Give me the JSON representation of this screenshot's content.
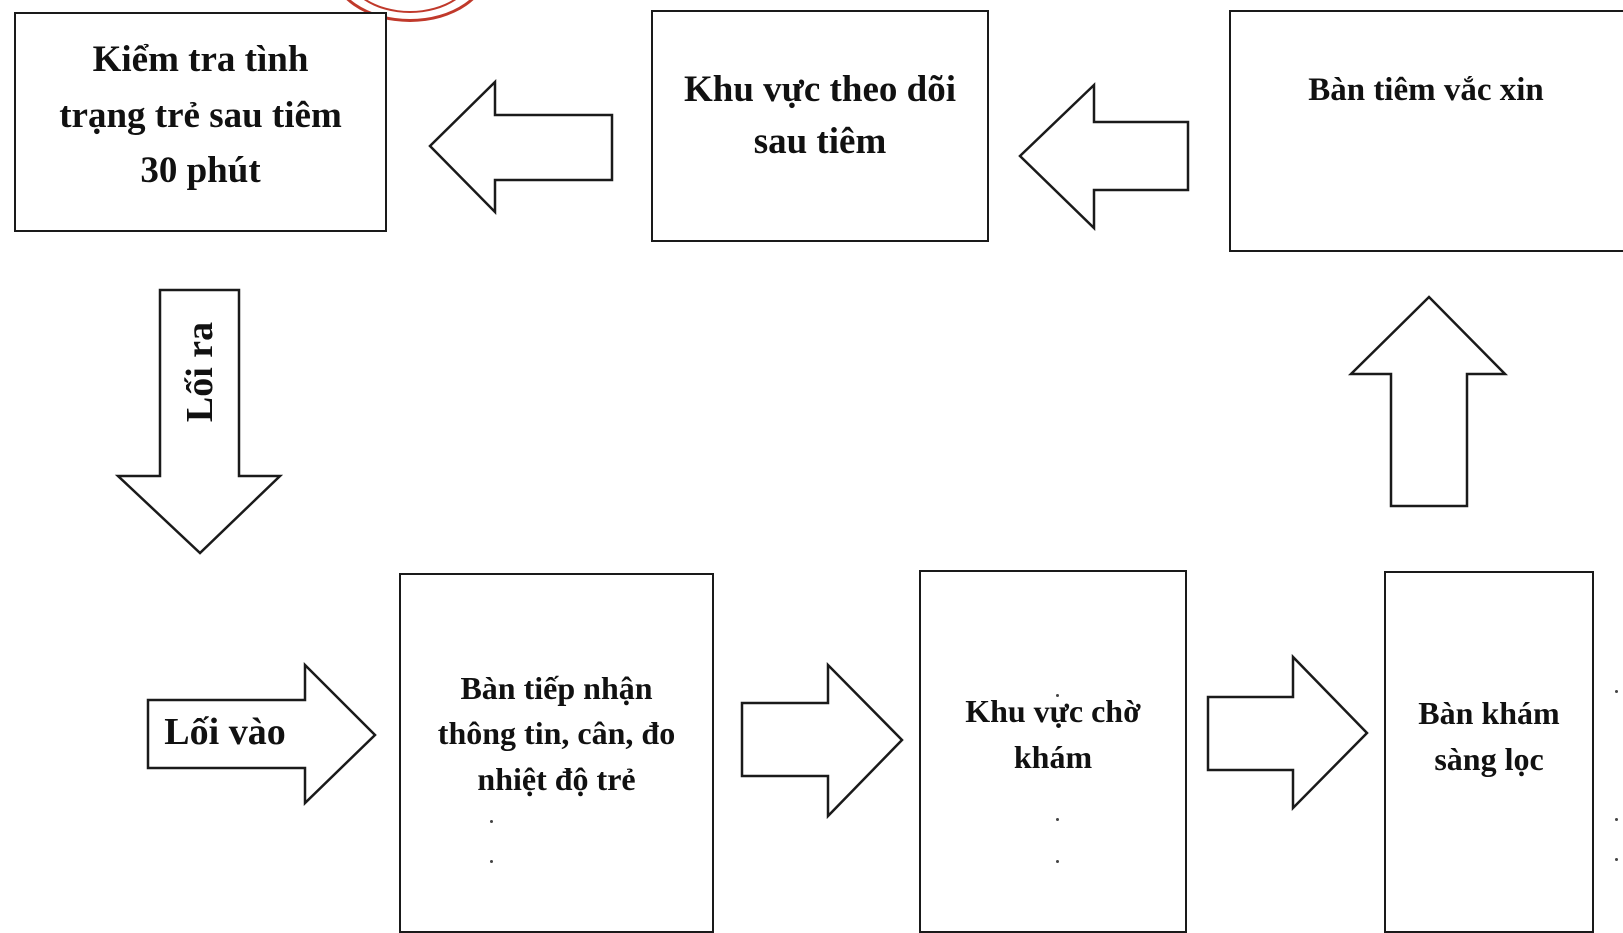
{
  "boxes": {
    "post_check": {
      "lines": [
        "Kiểm tra tình",
        "trạng trẻ sau tiêm",
        "30 phút"
      ]
    },
    "monitoring": {
      "lines": [
        "Khu vực theo dõi",
        "sau tiêm"
      ]
    },
    "vaccination": {
      "lines": [
        "Bàn tiêm vắc xin"
      ]
    },
    "reception": {
      "lines": [
        "Bàn tiếp nhận",
        "thông tin, cân, đo",
        "nhiệt độ trẻ"
      ]
    },
    "waiting": {
      "lines": [
        "Khu vực chờ",
        "khám"
      ]
    },
    "screening": {
      "lines": [
        "Bàn khám",
        "sàng lọc"
      ]
    }
  },
  "arrows": {
    "exit_label": "Lối ra",
    "entrance_label": "Lối vào"
  },
  "colors": {
    "stroke": "#1a1a1a",
    "stamp": "#c0392b"
  }
}
